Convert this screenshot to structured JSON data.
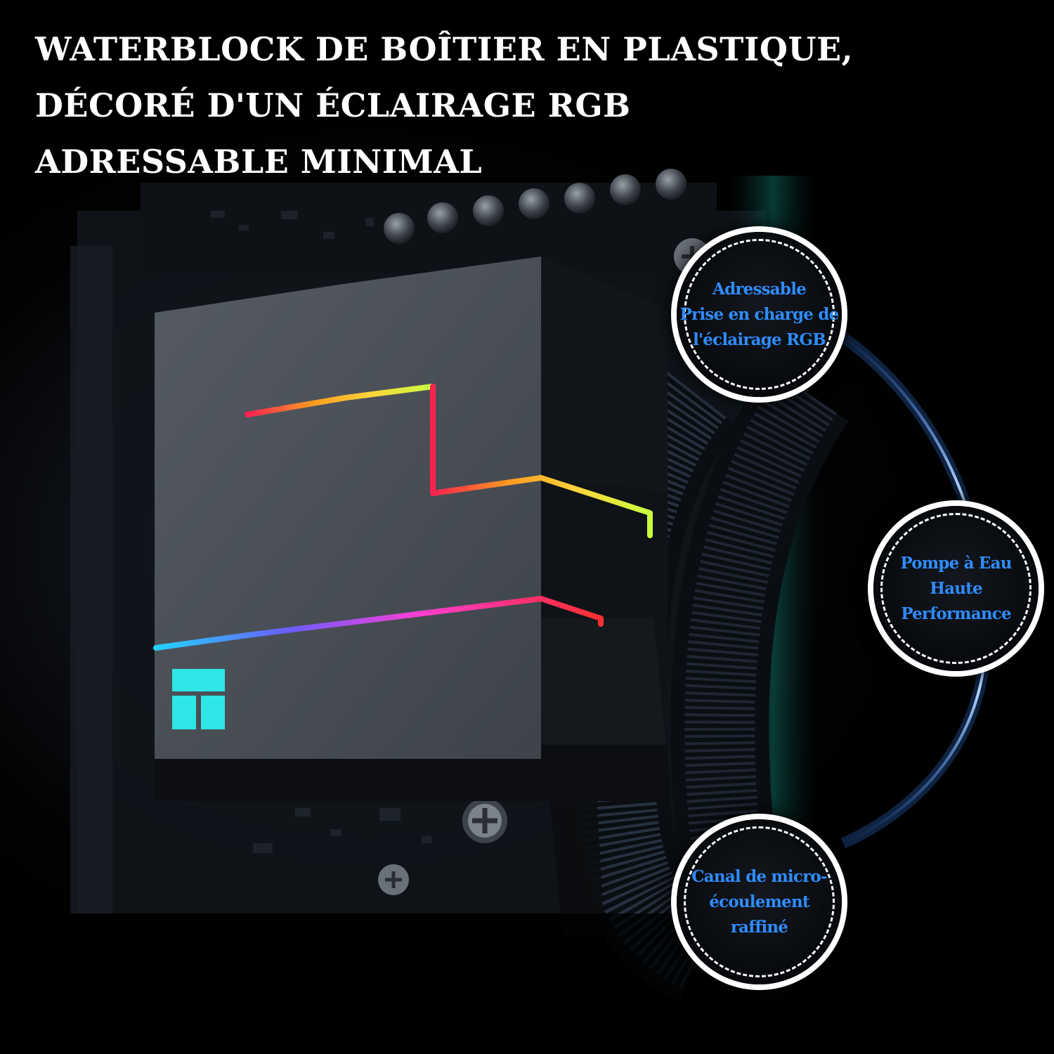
{
  "headline": {
    "lines": [
      "WATERBLOCK DE BOÎTIER EN PLASTIQUE,",
      "DÉCORÉ D'UN ÉCLAIRAGE RGB",
      "ADRESSABLE MINIMAL"
    ]
  },
  "badges": [
    {
      "id": "rgb",
      "lines": [
        "Adressable",
        "Prise en charge de",
        "l'éclairage RGB"
      ]
    },
    {
      "id": "pump",
      "lines": [
        "Pompe à Eau",
        "Haute",
        "Performance"
      ]
    },
    {
      "id": "microflow",
      "lines": [
        "Canal de micro-",
        "écoulement",
        "raffiné"
      ]
    }
  ],
  "colors": {
    "badge_text": "#2f8cff",
    "headline_text": "#ffffff",
    "led_logo": "#2ee6e6",
    "block_face": "#4a4f57"
  }
}
